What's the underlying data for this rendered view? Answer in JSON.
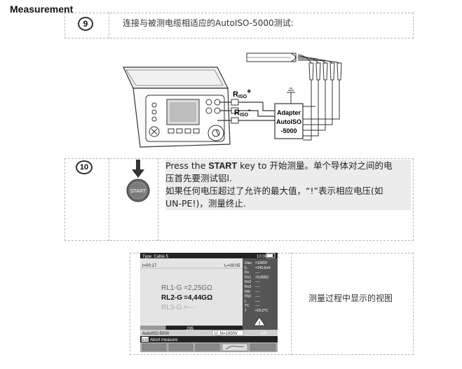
{
  "heading": "Measurement",
  "step9": {
    "number": "9",
    "text": "连接与被测电缆相适应的AutoISO-5000测试:"
  },
  "diagram": {
    "r_iso_plus": "R",
    "r_iso_plus_sub": "ISO",
    "r_iso_plus_sign": "+",
    "r_iso_minus": "R",
    "r_iso_minus_sub": "ISO",
    "r_iso_minus_sign": "-",
    "adapter_lines": [
      "Adapter",
      "AutoISO",
      "-5000"
    ]
  },
  "step10": {
    "number": "10",
    "start_button_label": "START",
    "line1_pre": "Press the ",
    "line1_key": "START",
    "line1_post": " key to 开始测量。单个导体对之间的电",
    "line2": "压首先要测试铝l.",
    "line3": "如果任何电压超过了允许的最大值，“!”表示相应电压(如",
    "line4": "UN-PE!)，测量终止."
  },
  "screen": {
    "title": "Type: Cable 5",
    "time_top": "10:00",
    "t_left": "t=00:17",
    "t_right": "t₂=00:05",
    "readings": [
      {
        "label": "RL1-G",
        "value": "=2,25GΩ",
        "style": "dim"
      },
      {
        "label": "RL2-G",
        "value": "=4,44GΩ",
        "style": "bold"
      },
      {
        "label": "RL3-G",
        "value": "=---",
        "style": "faint"
      }
    ],
    "side_params": [
      {
        "k": "Uiso",
        "v": "=1005V"
      },
      {
        "k": "IL",
        "v": "=240,0nA"
      },
      {
        "k": "Rx",
        "v": "----"
      },
      {
        "k": "Rn1",
        "v": "=9,890Ω"
      },
      {
        "k": "Rn2",
        "v": "----"
      },
      {
        "k": "Rn3",
        "v": "----"
      },
      {
        "k": "Rbt",
        "v": "----"
      },
      {
        "k": "Rb2",
        "v": "----"
      },
      {
        "k": "L",
        "v": "----"
      },
      {
        "k": "TC",
        "v": "----"
      },
      {
        "k": "T",
        "v": "=25,0°C"
      }
    ],
    "progress_value": "295",
    "progress_fraction": 0.25,
    "mode": "AutoISO-5000",
    "un_value": "U_N=1000V",
    "page": "2/5",
    "esc_label": "ESC",
    "abort_text": "Abort measure"
  },
  "caption": "测量过程中显示的视图"
}
